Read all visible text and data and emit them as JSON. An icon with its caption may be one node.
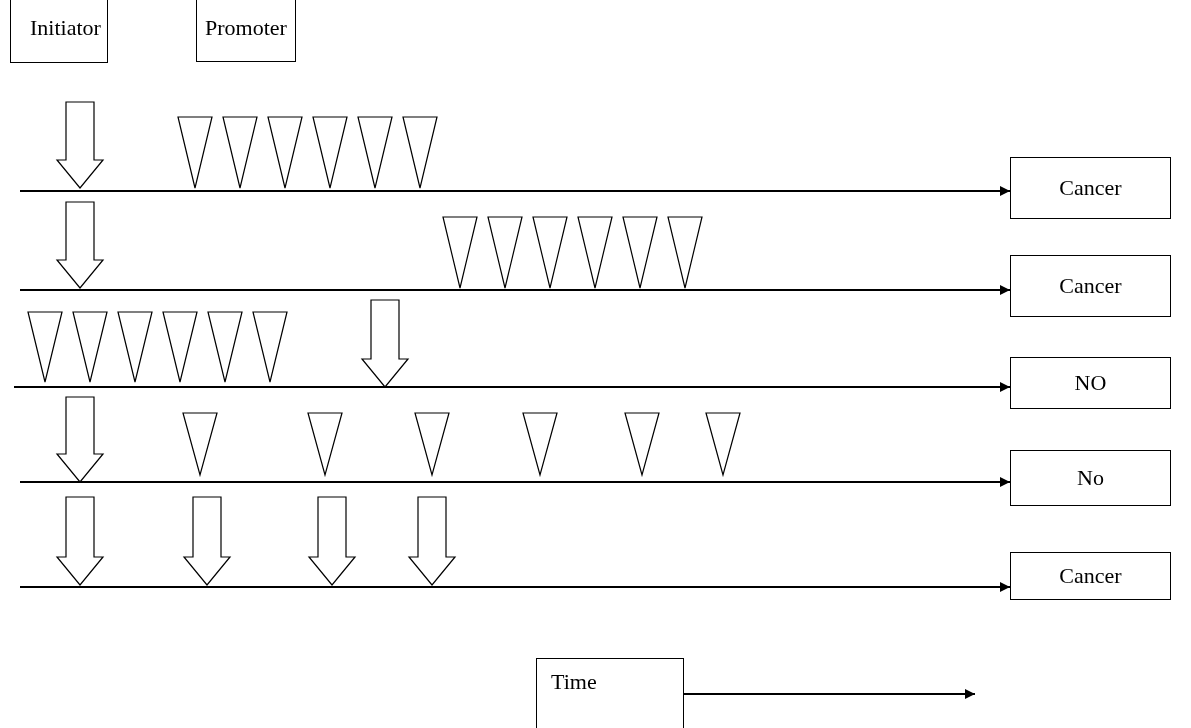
{
  "diagram": {
    "nodes": [
      {
        "text": [
          "Initiator"
        ]
      },
      {
        "text": [
          "Promoter"
        ]
      },
      {
        "text": [
          "Cancer"
        ]
      },
      {
        "text": [
          "Cancer"
        ]
      },
      {
        "text": [
          "NO"
        ]
      },
      {
        "text": [
          "No"
        ]
      },
      {
        "text": [
          "Cancer"
        ]
      },
      {
        "text": [
          "Time"
        ]
      }
    ],
    "edges": [
      {
        "from": null,
        "to": 2,
        "arrow": "to"
      },
      {
        "from": null,
        "to": 3,
        "arrow": "to"
      },
      {
        "from": null,
        "to": 4,
        "arrow": "to"
      },
      {
        "from": null,
        "to": 5,
        "arrow": "to"
      },
      {
        "from": null,
        "to": 6,
        "arrow": "to"
      },
      {
        "from": 7,
        "to": null,
        "arrow": "to"
      }
    ]
  }
}
